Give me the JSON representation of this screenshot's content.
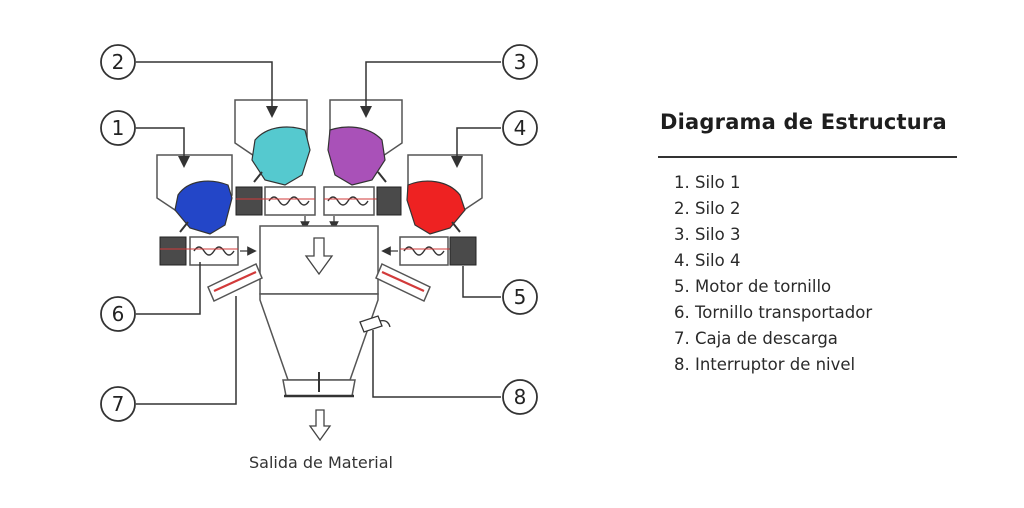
{
  "diagram": {
    "callouts": [
      "1",
      "2",
      "3",
      "4",
      "5",
      "6",
      "7",
      "8"
    ],
    "output_label": "Salida de Material",
    "colors": {
      "silo1": "#2346c8",
      "silo2": "#55c9cf",
      "silo3": "#a951b8",
      "silo4": "#ee2222",
      "motor": "#4a4a4a",
      "screw_stripe": "#d23a3a",
      "line": "#333333"
    }
  },
  "legend": {
    "title": "Diagrama de Estructura",
    "items": [
      "1. Silo 1",
      "2. Silo 2",
      "3. Silo 3",
      "4. Silo 4",
      "5. Motor de tornillo",
      "6. Tornillo transportador",
      "7. Caja de descarga",
      "8. Interruptor de nivel"
    ]
  }
}
